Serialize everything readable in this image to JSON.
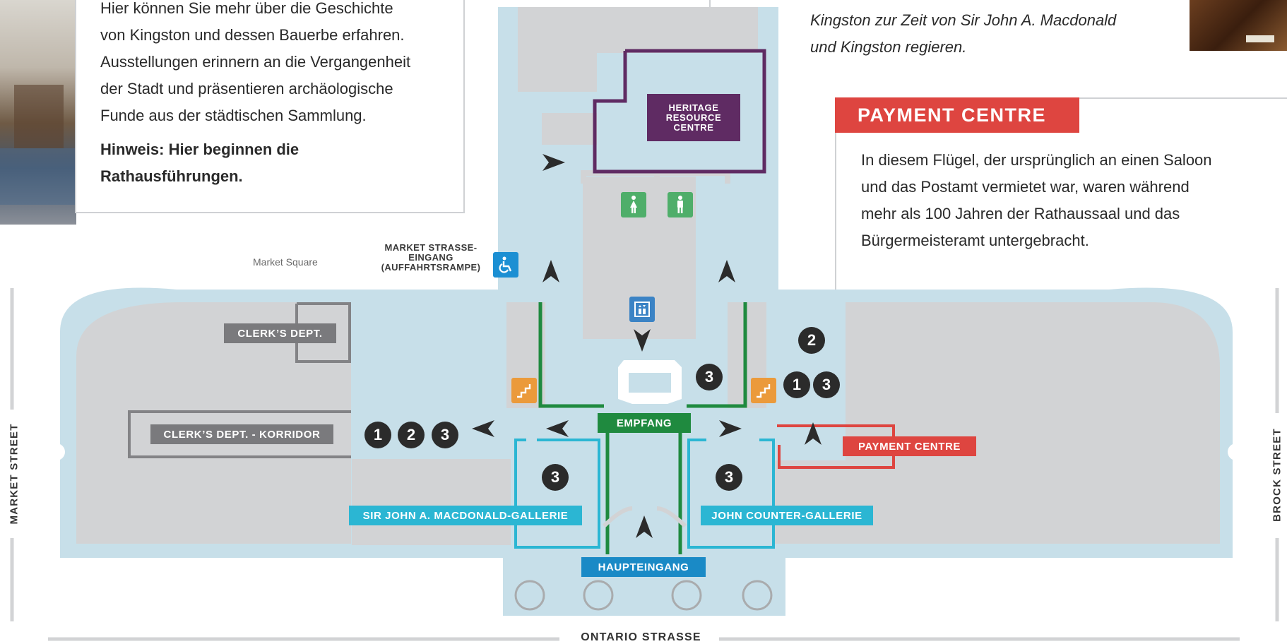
{
  "heritage_panel": {
    "lines": [
      "Hier können Sie mehr über die Geschichte",
      "von Kingston und dessen Bauerbe erfahren.",
      "Ausstellungen erinnern an die Vergangenheit",
      "der Stadt und präsentieren archäologische",
      "Funde aus der städtischen Sammlung."
    ],
    "note_lines": [
      "Hinweis: Hier beginnen die",
      "Rathausführungen."
    ]
  },
  "macdonald_panel": {
    "lines": [
      "Kingston zur Zeit von Sir John A. Macdonald",
      "und Kingston regieren."
    ]
  },
  "payment_panel": {
    "heading": "PAYMENT CENTRE",
    "lines": [
      "In diesem Flügel, der ursprünglich an einen Saloon",
      "und das Postamt vermietet war, waren während",
      "mehr als 100 Jahren der Rathaussaal und das",
      "Bürgermeisteramt untergebracht."
    ]
  },
  "map": {
    "market_square": "Market Square",
    "ramp_entrance": [
      "MARKET STRASSE-",
      "EINGANG",
      "(AUFFAHRTSRAMPE)"
    ],
    "heritage_centre": [
      "HERITAGE",
      "RESOURCE",
      "CENTRE"
    ],
    "clerks_dept": "CLERK’S DEPT.",
    "clerks_corridor": "CLERK’S DEPT. - KORRIDOR",
    "empfang": "EMPFANG",
    "payment_centre": "PAYMENT CENTRE",
    "macdonald_gallery": "SIR JOHN A. MACDONALD-GALLERIE",
    "counter_gallery": "JOHN COUNTER-GALLERIE",
    "haupteingang": "HAUPTEINGANG",
    "numbers": {
      "corr1": "1",
      "corr2": "2",
      "corr3": "3",
      "mac3": "3",
      "center3": "3",
      "counter3": "3",
      "pay2": "2",
      "pay1": "1",
      "pay3": "3"
    }
  },
  "streets": {
    "market_street": "MARKET STREET",
    "brock_street": "BROCK STREET",
    "ontario_strasse": "ONTARIO STRASSE"
  },
  "colors": {
    "building": "#c7dfe9",
    "room": "#d2d3d5",
    "purple": "#5f2b63",
    "green": "#1f8a3f",
    "cyan": "#2bb6d3",
    "red": "#de4540",
    "gray_label": "#7a7a7d",
    "blue_label": "#1a8ac6",
    "restroom": "#4fae6a",
    "stairs": "#eb9a3b",
    "elevator": "#3b83c5",
    "accessible": "#1b8fd3"
  }
}
